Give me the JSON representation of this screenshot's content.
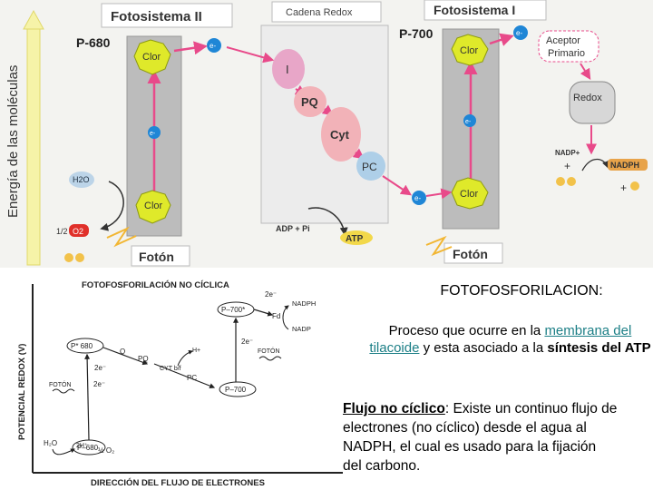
{
  "top_diagram": {
    "y_axis_label": "Energía de las moléculas",
    "ps2_title": "Fotosistema II",
    "ps1_title": "Fotosistema I",
    "chain_title": "Cadena Redox",
    "p680": "P-680",
    "p700": "P-700",
    "clor": "Clor",
    "electron": "e-",
    "i_label": "I",
    "pq": "PQ",
    "cyt": "Cyt",
    "pc": "PC",
    "acceptor_line1": "Aceptor",
    "acceptor_line2": "Primario",
    "redox": "Redox",
    "h2o": "H2O",
    "half": "1/2",
    "o2": "O2",
    "adp": "ADP + Pi",
    "atp": "ATP",
    "nadp": "NADP+",
    "nadph": "NADPH",
    "foton": "Fotón",
    "colors": {
      "panel": "#bcbcbc",
      "clor": "#dfe92a",
      "electron": "#1f86d6",
      "chain": "#e8a6c8",
      "pq_cyt": "#f2b2b8",
      "pc": "#aecfe8",
      "arrow_pink": "#e84a8a",
      "axis_yellow": "#f6f3a8"
    }
  },
  "z_scheme": {
    "title": "FOTOFOSFORILACIÓN NO CÍCLICA",
    "y_axis_label": "POTENCIAL REDOX (V)",
    "x_axis_label": "DIRECCIÓN DEL FLUJO DE ELECTRONES",
    "p680": "P–680",
    "p680_excited": "P* 680",
    "p700": "P–700",
    "p700_excited": "P–700*",
    "q": "Q",
    "pq": "PQ",
    "cyt": "CYT b/f",
    "pc": "PC",
    "fd": "Fd",
    "nadph": "NADPH",
    "nadp": "NADP",
    "h_plus": "H+",
    "foton_left": "FOTÓN",
    "foton_right": "FOTÓN",
    "two_e_1": "2e⁻",
    "two_e_2": "2e⁻",
    "two_e_3": "2e⁻",
    "two_e_4": "2e⁻",
    "two_h": "2H⁺",
    "h2o": "H₂O",
    "half_o2": "½ O₂"
  },
  "text": {
    "heading": "FOTOFOSFORILACION:",
    "process_a": "Proceso que ocurre en la ",
    "process_hl": "membrana del tilacoide",
    "process_b": " y esta asociado a la ",
    "process_bold": "síntesis del ATP",
    "flow_term": "Flujo no cíclico",
    "flow_line1": ": Existe un continuo flujo de",
    "flow_line2": "electrones (no cíclico) desde el agua al",
    "flow_line3": "NADPH, el cual es usado para la fijación",
    "flow_line4": "del carbono."
  }
}
